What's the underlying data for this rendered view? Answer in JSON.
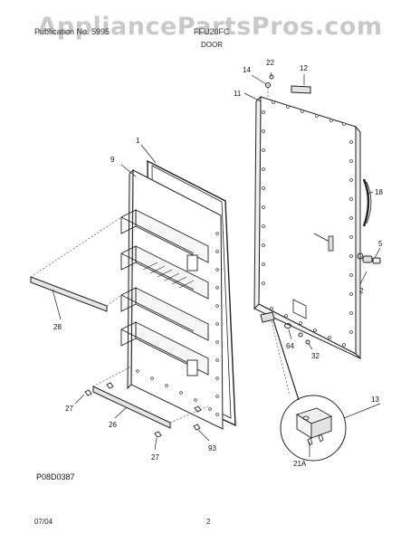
{
  "watermark": "AppliancePartsPros.com",
  "header": {
    "left": "Publication No. 5995",
    "right": "FFU20FC"
  },
  "section_title": "DOOR",
  "figure_code": "P08D0387",
  "footer": {
    "date": "07/04",
    "page": "2"
  },
  "callouts": {
    "c1": "1",
    "c9": "9",
    "c14": "14",
    "c22": "22",
    "c12": "12",
    "c11": "11",
    "c18": "18",
    "c5": "5",
    "c2": "2",
    "c28": "28",
    "c64": "64",
    "c32": "32",
    "c13": "13",
    "c27a": "27",
    "c26": "26",
    "c27b": "27",
    "c93": "93",
    "c21A": "21A"
  }
}
